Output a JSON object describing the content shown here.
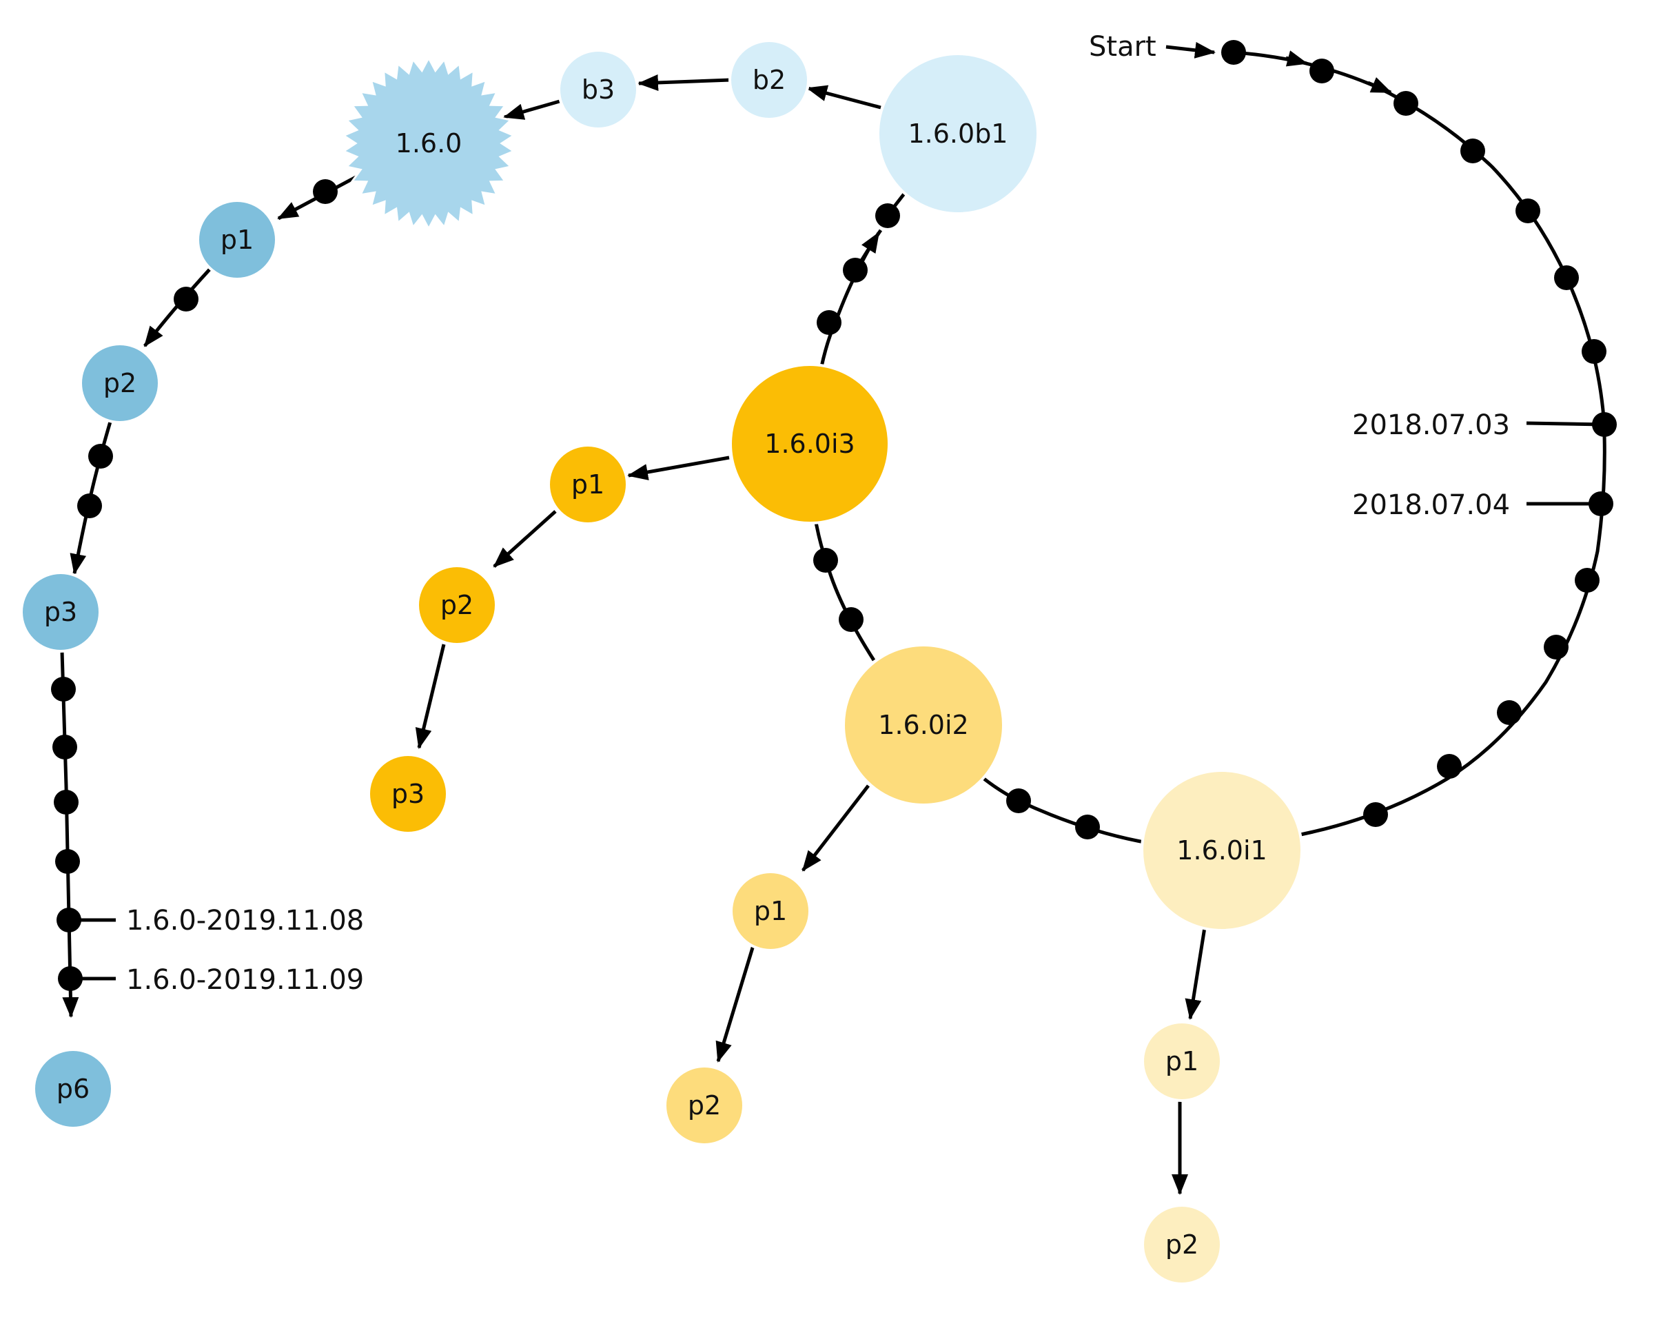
{
  "diagram": {
    "colors": {
      "blue_dark": "#7fbfdc",
      "blue_mid": "#a8d6ec",
      "blue_light": "#d6eef9",
      "orange": "#fbbd05",
      "yellow": "#fddc7c",
      "yellow_light": "#fdeebf"
    },
    "nodes": [
      {
        "id": "n160b1",
        "label": "1.6.0b1",
        "color": "blue_light"
      },
      {
        "id": "nb2",
        "label": "b2",
        "color": "blue_light"
      },
      {
        "id": "nb3",
        "label": "b3",
        "color": "blue_light"
      },
      {
        "id": "n160",
        "label": "1.6.0",
        "color": "blue_mid"
      },
      {
        "id": "bp1",
        "label": "p1",
        "color": "blue_dark"
      },
      {
        "id": "bp2",
        "label": "p2",
        "color": "blue_dark"
      },
      {
        "id": "bp3",
        "label": "p3",
        "color": "blue_dark"
      },
      {
        "id": "bp6",
        "label": "p6",
        "color": "blue_dark"
      },
      {
        "id": "n160i3",
        "label": "1.6.0i3",
        "color": "orange"
      },
      {
        "id": "op1",
        "label": "p1",
        "color": "orange"
      },
      {
        "id": "op2",
        "label": "p2",
        "color": "orange"
      },
      {
        "id": "op3",
        "label": "p3",
        "color": "orange"
      },
      {
        "id": "n160i2",
        "label": "1.6.0i2",
        "color": "yellow"
      },
      {
        "id": "yp1",
        "label": "p1",
        "color": "yellow"
      },
      {
        "id": "yp2",
        "label": "p2",
        "color": "yellow"
      },
      {
        "id": "n160i1",
        "label": "1.6.0i1",
        "color": "yellow_light"
      },
      {
        "id": "lp1",
        "label": "p1",
        "color": "yellow_light"
      },
      {
        "id": "lp2",
        "label": "p2",
        "color": "yellow_light"
      }
    ],
    "labels": {
      "start": "Start",
      "date1": "2018.07.03",
      "date2": "2018.07.04",
      "release1": "1.6.0-2019.11.08",
      "release2": "1.6.0-2019.11.09"
    }
  }
}
